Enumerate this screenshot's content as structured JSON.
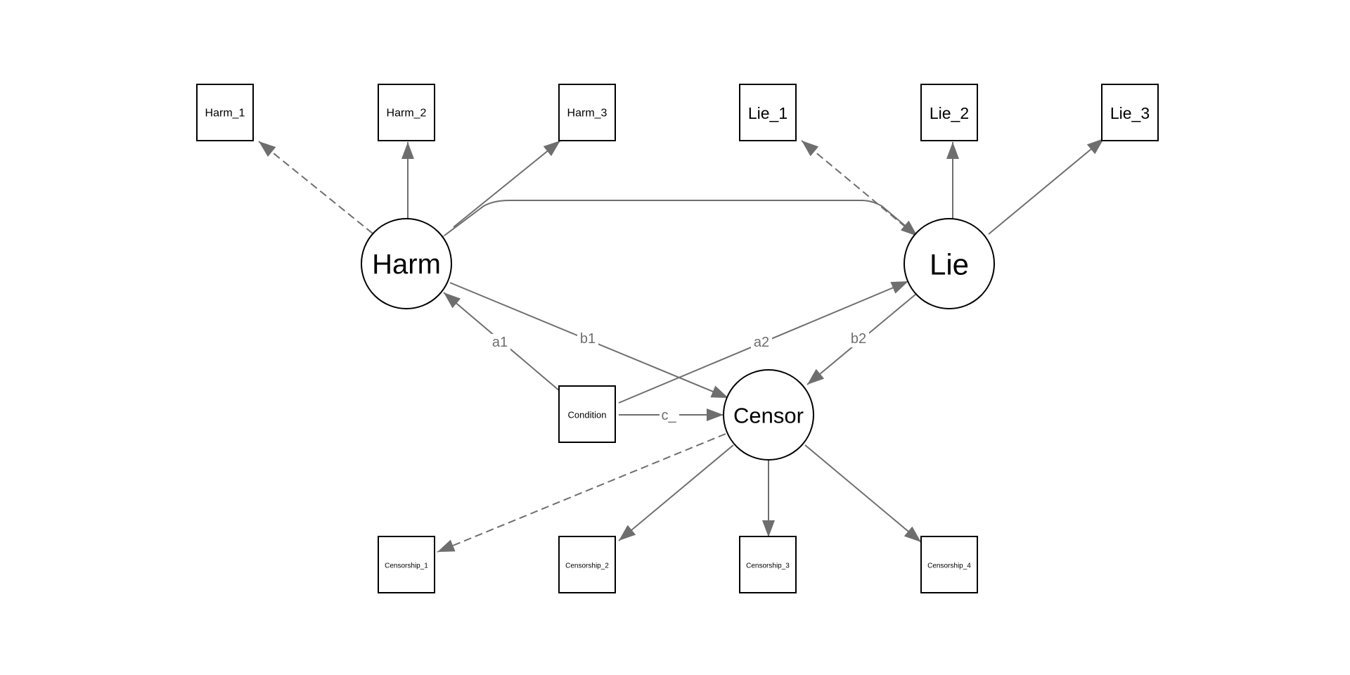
{
  "nodes": {
    "harm_1": "Harm_1",
    "harm_2": "Harm_2",
    "harm_3": "Harm_3",
    "lie_1": "Lie_1",
    "lie_2": "Lie_2",
    "lie_3": "Lie_3",
    "harm": "Harm",
    "lie": "Lie",
    "censor": "Censor",
    "condition": "Condition",
    "censorship_1": "Censorship_1",
    "censorship_2": "Censorship_2",
    "censorship_3": "Censorship_3",
    "censorship_4": "Censorship_4"
  },
  "edge_labels": {
    "a1": "a1",
    "b1": "b1",
    "a2": "a2",
    "b2": "b2",
    "c": "c_"
  },
  "colors": {
    "edge": "#6e6e6e",
    "node_stroke": "#000000"
  }
}
